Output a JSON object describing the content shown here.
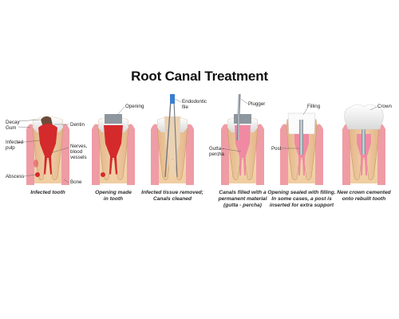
{
  "title": "Root Canal Treatment",
  "labels": {
    "decay": "Decay",
    "gum": "Gum",
    "dentin": "Dentin",
    "infected_pulp_1": "Infected",
    "infected_pulp_2": "pulp",
    "nerves_1": "Nerves,",
    "nerves_2": "blood",
    "nerves_3": "vessels",
    "abscess": "Abscess",
    "bone": "Bone",
    "opening": "Opening",
    "endodontic_1": "Endodontic",
    "endodontic_2": "file",
    "plugger": "Plugger",
    "gutta_1": "Gutta -",
    "gutta_2": "percha",
    "filling": "Filling",
    "post": "Post",
    "crown": "Crown"
  },
  "steps": [
    {
      "caption_1": "Infected tooth",
      "caption_2": "",
      "caption_3": ""
    },
    {
      "caption_1": "Opening made",
      "caption_2": "in tooth",
      "caption_3": ""
    },
    {
      "caption_1": "Infected tissue removed;",
      "caption_2": "Canals cleaned",
      "caption_3": ""
    },
    {
      "caption_1": "Canals filled with a",
      "caption_2": "permanent material",
      "caption_3": "(gutta - percha)"
    },
    {
      "caption_1": "Opening sealed with filling.",
      "caption_2": "In some cases, a post is",
      "caption_3": "inserted for extra support"
    },
    {
      "caption_1": "New crown cemented",
      "caption_2": "onto rebuilt tooth",
      "caption_3": ""
    }
  ],
  "colors": {
    "bone": "#f3d5ae",
    "gum": "#ef9ca5",
    "dentin": "#ddbe94",
    "enamel": "#f2f2f0",
    "pulp_infected": "#d42a2c",
    "pulp_healthy": "#f29fb0",
    "gutta_percha": "#f08aa2",
    "filling": "#ffffff",
    "metal": "#9aa3ab",
    "file_blue": "#3a7fd0"
  }
}
